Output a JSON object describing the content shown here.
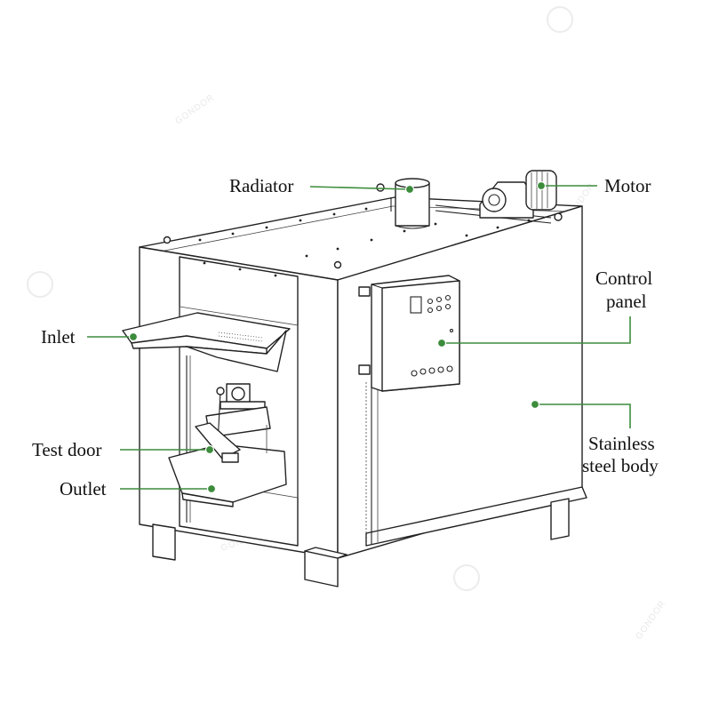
{
  "accent_color": "#3c8c3c",
  "watermark": {
    "text": "GONDOR"
  },
  "labels": {
    "radiator": "Radiator",
    "motor": "Motor",
    "control_panel_line1": "Control",
    "control_panel_line2": "panel",
    "inlet": "Inlet",
    "test_door": "Test door",
    "outlet": "Outlet",
    "stainless_line1": "Stainless",
    "stainless_line2": "steel body"
  }
}
